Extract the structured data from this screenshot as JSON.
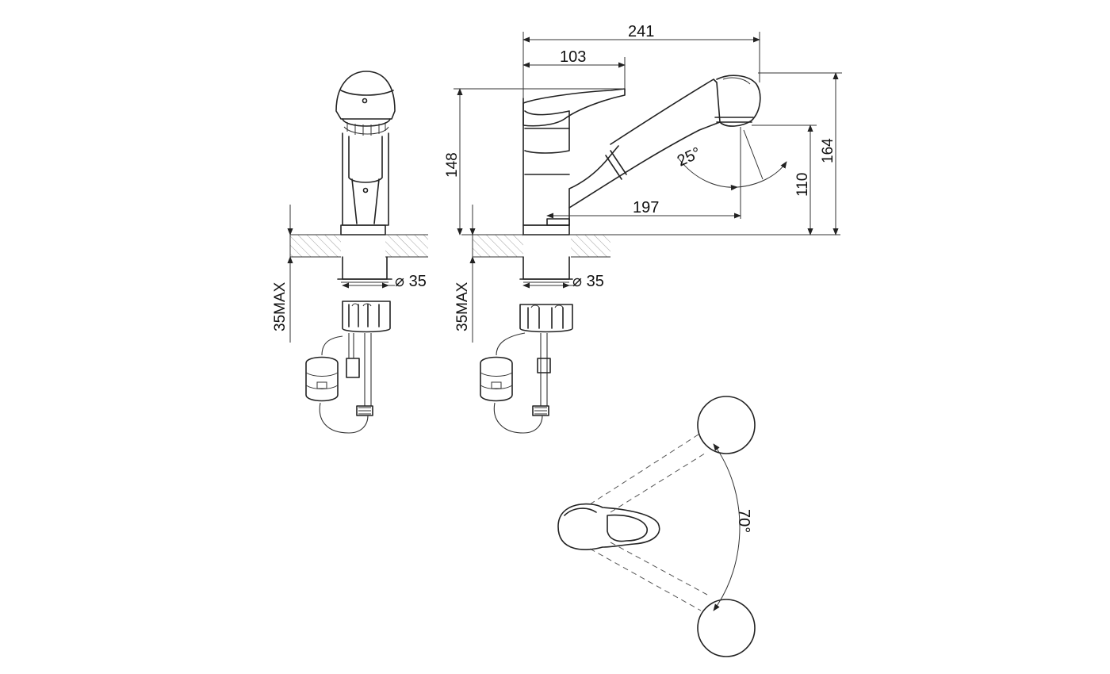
{
  "dimensions": {
    "overall_length": "241",
    "lever_reach": "103",
    "height_148": "148",
    "spout_reach": "197",
    "height_110": "110",
    "height_164": "164",
    "spout_angle": "25°",
    "lever_angle": "70°",
    "diameter_front": "⌀ 35",
    "diameter_side": "⌀ 35",
    "max_thickness_front": "35MAX",
    "max_thickness_side": "35MAX"
  },
  "colors": {
    "line": "#222222",
    "hatch": "#888888",
    "background": "#ffffff"
  }
}
